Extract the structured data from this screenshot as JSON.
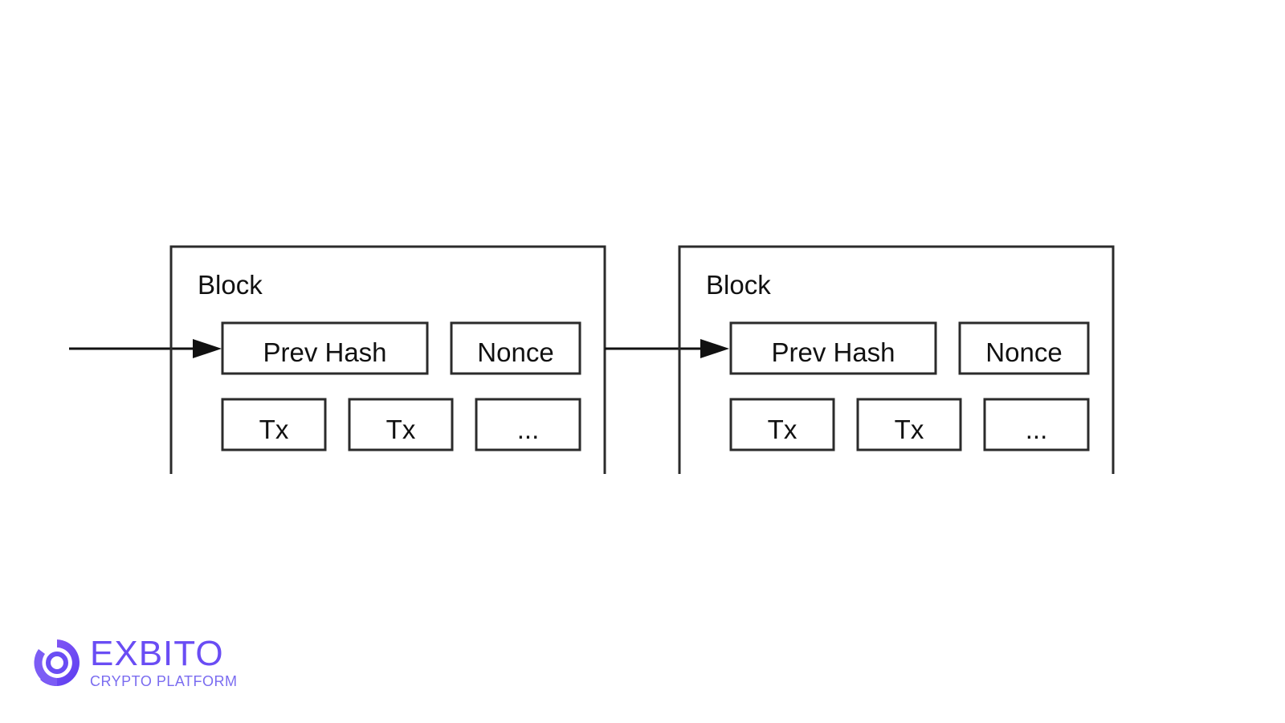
{
  "diagram": {
    "blocks": [
      {
        "title": "Block",
        "header_fields": [
          "Prev Hash",
          "Nonce"
        ],
        "tx_fields": [
          "Tx",
          "Tx",
          "..."
        ]
      },
      {
        "title": "Block",
        "header_fields": [
          "Prev Hash",
          "Nonce"
        ],
        "tx_fields": [
          "Tx",
          "Tx",
          "..."
        ]
      }
    ]
  },
  "logo": {
    "name": "EXBITO",
    "tagline": "CRYPTO PLATFORM",
    "color": "#6a4df4"
  }
}
